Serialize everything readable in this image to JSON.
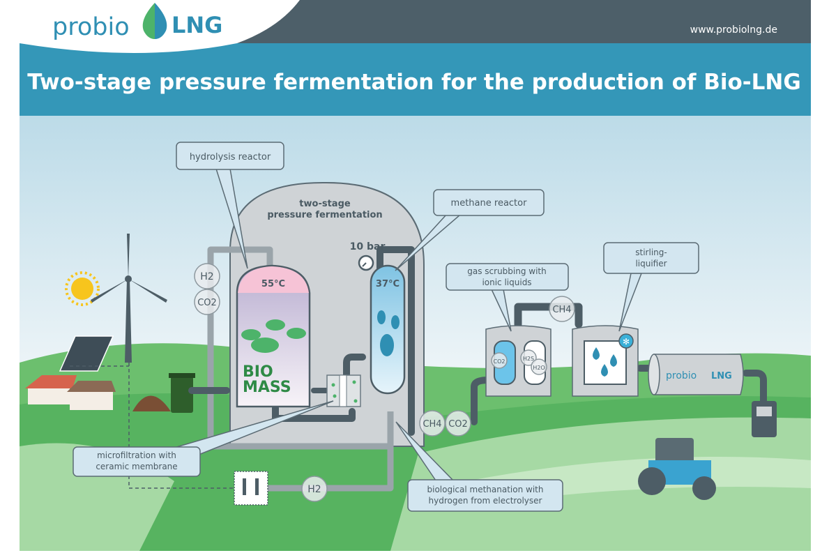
{
  "header": {
    "logo": {
      "part1": "probio",
      "part2": "LNG"
    },
    "website": "www.probiolng.de",
    "title": "Two-stage pressure fermentation for the production of Bio-LNG"
  },
  "diagram": {
    "callouts": {
      "hydrolysis": "hydrolysis reactor",
      "methane": "methane reactor",
      "scrubbing_line1": "gas scrubbing with",
      "scrubbing_line2": "ionic liquids",
      "stirling_line1": "stirling-",
      "stirling_line2": "liquifier",
      "microfiltration_line1": "microfiltration with",
      "microfiltration_line2": "ceramic membrane",
      "methanation_line1": "biological methanation with",
      "methanation_line2": "hydrogen from electrolyser"
    },
    "fermentation_label_line1": "two-stage",
    "fermentation_label_line2": "pressure fermentation",
    "pressure": "10 bar",
    "hydrolysis_temp": "55°C",
    "methane_temp": "37°C",
    "biomass_line1": "BIO",
    "biomass_line2": "MASS",
    "gases": {
      "h2_top": "H2",
      "co2_top": "CO2",
      "ch4_mid": "CH4",
      "ch4_out": "CH4",
      "co2_out": "CO2",
      "h2_bottom": "H2",
      "co2_scrub": "CO2",
      "h2s_scrub": "H2S",
      "h2o_scrub": "H2O"
    },
    "tank_logo": {
      "part1": "probio",
      "part2": "LNG"
    },
    "colors": {
      "header_dark": "#4d5f69",
      "title_band": "#3497b8",
      "logo_green": "#4db36a",
      "logo_blue": "#2f8fb3"
    }
  }
}
